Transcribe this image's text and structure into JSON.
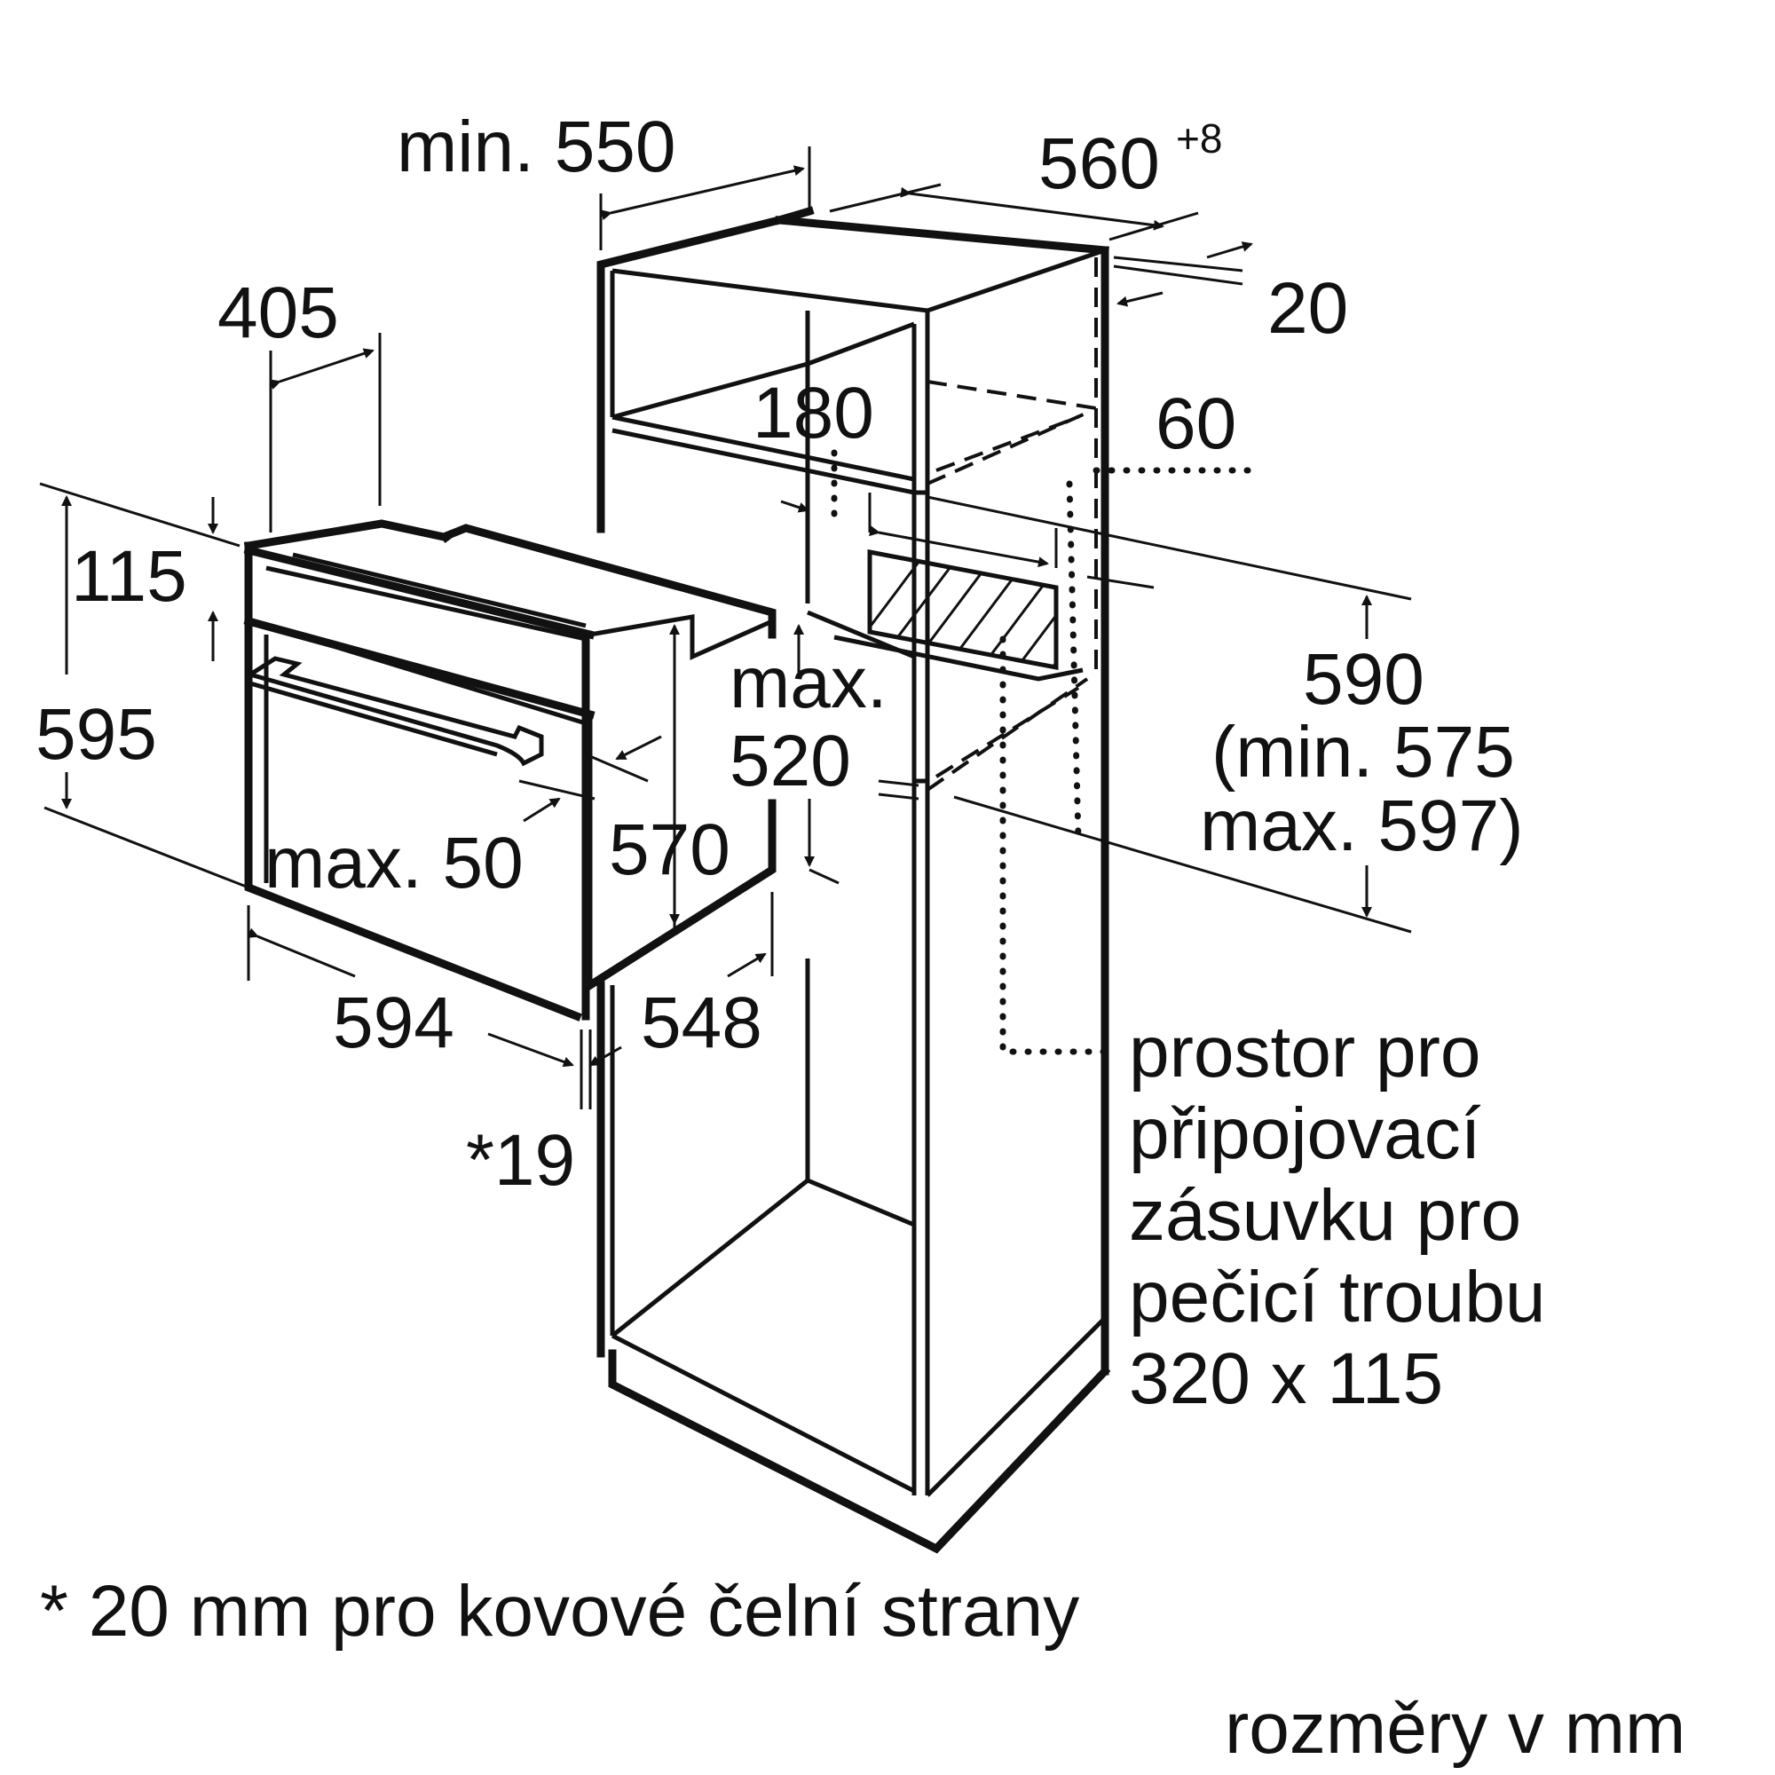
{
  "labels": {
    "min550": "min. 550",
    "w560": "560",
    "w560_sup": "+8",
    "d20": "20",
    "d405": "405",
    "d180": "180",
    "d60": "60",
    "d115": "115",
    "d595": "595",
    "max520_l1": "max.",
    "max520_l2": "520",
    "d590": "590",
    "min575": "(min. 575",
    "max597": "max. 597)",
    "max50": "max. 50",
    "d570": "570",
    "d594": "594",
    "d548": "548",
    "d19": "*19",
    "socket_l1": "prostor pro",
    "socket_l2": "připojovací",
    "socket_l3": "zásuvku pro",
    "socket_l4": "pečicí troubu",
    "socket_l5": "320 x 115",
    "footnote": "* 20 mm pro kovové čelní strany",
    "units": "rozměry v mm"
  }
}
